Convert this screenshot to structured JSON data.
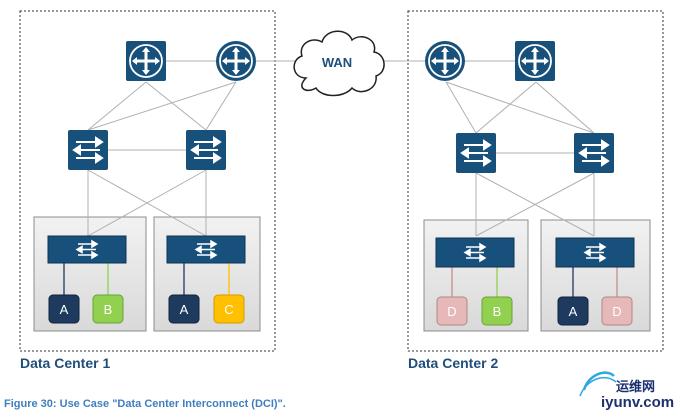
{
  "datacenters": [
    {
      "label": "Data Center 1"
    },
    {
      "label": "Data Center 2"
    }
  ],
  "wan": {
    "label": "WAN"
  },
  "hosts": {
    "dc1_rack1": [
      "A",
      "B"
    ],
    "dc1_rack2": [
      "A",
      "C"
    ],
    "dc2_rack1": [
      "D",
      "B"
    ],
    "dc2_rack2": [
      "A",
      "D"
    ]
  },
  "host_colors": {
    "A": "#1f3a5f",
    "B": "#92d050",
    "C": "#ffc000",
    "D": "#e6b8b7"
  },
  "caption": "Figure 30: Use Case \"Data Center Interconnect (DCI)\".",
  "watermark": {
    "cn": "运维网",
    "url": "iyunv.com"
  },
  "colors": {
    "device": "#17507a",
    "label": "#1f4e79",
    "caption": "#3f7fbf"
  }
}
